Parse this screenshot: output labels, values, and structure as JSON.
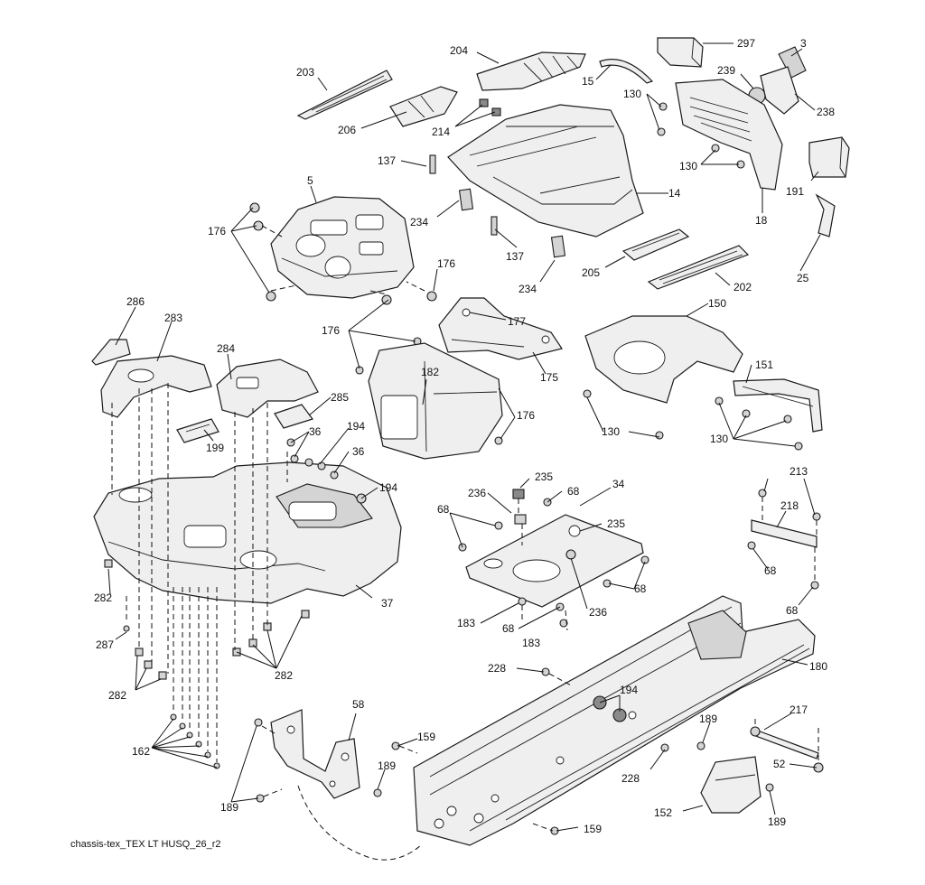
{
  "diagram": {
    "caption": "chassis-tex_TEX LT HUSQ_26_r2",
    "callouts": {
      "c203": "203",
      "c204": "204",
      "c206": "206",
      "c214": "214",
      "c15": "15",
      "c297": "297",
      "c3": "3",
      "c239": "239",
      "c238": "238",
      "c130a": "130",
      "c130b": "130",
      "c137a": "137",
      "c137b": "137",
      "c5": "5",
      "c176a": "176",
      "c176b": "176",
      "c176c": "176",
      "c176d": "176",
      "c14": "14",
      "c234a": "234",
      "c234b": "234",
      "c18": "18",
      "c191": "191",
      "c25": "25",
      "c205": "205",
      "c202": "202",
      "c286": "286",
      "c283": "283",
      "c284": "284",
      "c285": "285",
      "c199": "199",
      "c36a": "36",
      "c36b": "36",
      "c194a": "194",
      "c194b": "194",
      "c194c": "194",
      "c177": "177",
      "c175": "175",
      "c182": "182",
      "c150": "150",
      "c151": "151",
      "c130c": "130",
      "c130d": "130",
      "c235a": "235",
      "c235b": "235",
      "c236a": "236",
      "c236b": "236",
      "c68a": "68",
      "c68b": "68",
      "c68c": "68",
      "c68d": "68",
      "c68e": "68",
      "c68f": "68",
      "c34": "34",
      "c213": "213",
      "c218": "218",
      "c282a": "282",
      "c282b": "282",
      "c282c": "282",
      "c287": "287",
      "c37": "37",
      "c183a": "183",
      "c183b": "183",
      "c228a": "228",
      "c228b": "228",
      "c180": "180",
      "c162": "162",
      "c58": "58",
      "c159a": "159",
      "c159b": "159",
      "c189a": "189",
      "c189b": "189",
      "c189c": "189",
      "c189d": "189",
      "c217": "217",
      "c52": "52",
      "c152": "152"
    }
  }
}
